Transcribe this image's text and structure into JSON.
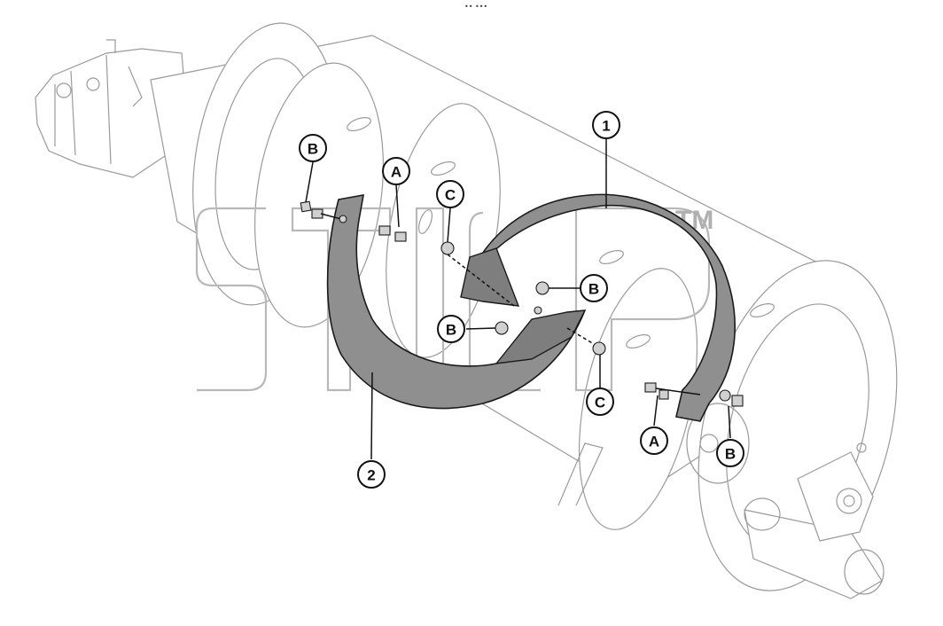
{
  "header_glyph": "•• •••",
  "watermark": {
    "trademark": "TM"
  },
  "callouts": [
    {
      "id": "B1",
      "label": "B"
    },
    {
      "id": "A1",
      "label": "A"
    },
    {
      "id": "C1",
      "label": "C"
    },
    {
      "id": "P1",
      "label": "1"
    },
    {
      "id": "B2",
      "label": "B"
    },
    {
      "id": "B3",
      "label": "B"
    },
    {
      "id": "C2",
      "label": "C"
    },
    {
      "id": "A2",
      "label": "A"
    },
    {
      "id": "B4",
      "label": "B"
    },
    {
      "id": "P2",
      "label": "2"
    }
  ],
  "colors": {
    "part_fill": "#8f8f8f",
    "line": "#111111",
    "ghost": "#9a9a9a",
    "watermark": "#b8b8b8"
  }
}
